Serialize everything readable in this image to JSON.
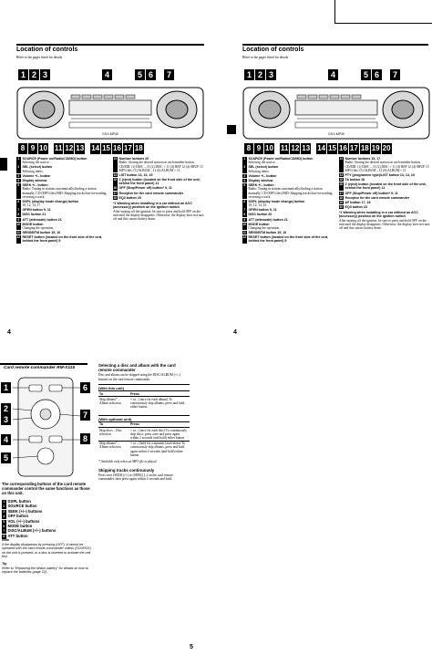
{
  "left_panel": {
    "title": "Location of controls",
    "subtitle": "Refer to the pages listed for details.",
    "top_numbers": [
      "1",
      "2",
      "3",
      "4",
      "5",
      "6",
      "7"
    ],
    "bottom_numbers": [
      "8",
      "9",
      "10",
      "11",
      "12",
      "13",
      "14",
      "15",
      "16",
      "17",
      "18"
    ],
    "unit_model": "CDX-MP40",
    "legend_col1": [
      {
        "n": "1",
        "text": "SOURCE (Power on/Radio/CD/MD) button",
        "sub": "Selecting the source."
      },
      {
        "n": "2",
        "text": "SEL (select) button",
        "sub": "Selecting items."
      },
      {
        "n": "3",
        "text": "Volume +/– button",
        "sub": ""
      },
      {
        "n": "4",
        "text": "Display window",
        "sub": ""
      },
      {
        "n": "5",
        "text": "SEEK +/– button",
        "sub": "Radio: Tuning in stations automatically/finding a station manually. CD (MP3 files)/MD: Skipping tracks/fast-forwarding, reversing a track."
      },
      {
        "n": "6",
        "text": "DSPL (display mode change) button",
        "sub": "10, 12, 14, 17"
      },
      {
        "n": "7",
        "text": "OPEN button 9, 11",
        "sub": ""
      },
      {
        "n": "8",
        "text": "DISC button 21",
        "sub": ""
      },
      {
        "n": "9",
        "text": "ATT (attenuate) button 21",
        "sub": ""
      },
      {
        "n": "10",
        "text": "MODE button",
        "sub": "Changing the operation."
      },
      {
        "n": "11",
        "text": "SENS/BTM button 15, 16",
        "sub": ""
      },
      {
        "n": "12",
        "text": "RESET button (located on the front side of the unit, behind the front panel) 9",
        "sub": ""
      }
    ],
    "legend_col2": [
      {
        "n": "13",
        "text": "Number buttons 20",
        "sub": "Radio: Storing the desired station on each number button. CD/MD: (1) DISC – 11 (2) DISC + 11 (3) REP 12 (4) SHUF 13 MP3 files: (5) ALBUM – 11 (6) ALBUM + 11"
      },
      {
        "n": "14",
        "text": "LIST button 13, 16, 19",
        "sub": ""
      },
      {
        "n": "15",
        "text": "Z (eject) button (located on the front side of the unit, behind the front panel) 11",
        "sub": ""
      },
      {
        "n": "16",
        "text": "OFF (Stop/Power off) button* 9, 11",
        "sub": ""
      },
      {
        "n": "17",
        "text": "Receptor for the card remote commander",
        "sub": ""
      },
      {
        "n": "18",
        "text": "EQ3 button 20",
        "sub": ""
      }
    ],
    "warning": "*1 Warning when installing in a car without an ACC (accessory) position on the ignition switch",
    "warning_body": "After turning off the ignition, be sure to press and hold OFF on the unit until the display disappears. Otherwise, the display does not turn off and this causes battery drain.",
    "page_number": "4"
  },
  "right_panel": {
    "title": "Location of controls",
    "subtitle": "Refer to the pages listed for details.",
    "top_numbers": [
      "1",
      "2",
      "3",
      "4",
      "5",
      "6",
      "7"
    ],
    "bottom_numbers": [
      "8",
      "9",
      "10",
      "11",
      "12",
      "13",
      "14",
      "15",
      "16",
      "17",
      "18",
      "19",
      "20"
    ],
    "unit_model": "CDX-MP30",
    "legend_col1": [
      {
        "n": "1",
        "text": "SOURCE (Power on/Radio/CD/MD) button",
        "sub": "Selecting the source."
      },
      {
        "n": "2",
        "text": "SEL (select) button",
        "sub": "Selecting items."
      },
      {
        "n": "3",
        "text": "Volume +/– button",
        "sub": ""
      },
      {
        "n": "4",
        "text": "Display window",
        "sub": ""
      },
      {
        "n": "5",
        "text": "SEEK +/– button",
        "sub": "Radio: Tuning in stations automatically/finding a station manually. CD (MP3 files)/MD: Skipping tracks/fast-forwarding, reversing a track."
      },
      {
        "n": "6",
        "text": "DSPL (display mode change) button",
        "sub": "10, 12, 14, 16"
      },
      {
        "n": "7",
        "text": "OPEN button 9, 11",
        "sub": ""
      },
      {
        "n": "8",
        "text": "DISC button 20",
        "sub": ""
      },
      {
        "n": "9",
        "text": "ATT (attenuate) button 21",
        "sub": ""
      },
      {
        "n": "10",
        "text": "MODE button",
        "sub": "Changing the operation."
      },
      {
        "n": "11",
        "text": "SENS/BTM button 15, 16",
        "sub": ""
      },
      {
        "n": "12",
        "text": "RESET button (located on the front side of the unit, behind the front panel) 9",
        "sub": ""
      }
    ],
    "legend_col2": [
      {
        "n": "13",
        "text": "Number buttons 15, 17",
        "sub": "Radio: Storing the desired station on each number button. CD/MD: (1) DISC – 11 (2) DISC + 11 (3) REP 12 (4) SHUF 13 MP3 files: (5) ALBUM – 11 (6) ALBUM + 11"
      },
      {
        "n": "14",
        "text": "PTY (programme type)/LIST button 13, 14, 19",
        "sub": ""
      },
      {
        "n": "15",
        "text": "TA button 18",
        "sub": ""
      },
      {
        "n": "16",
        "text": "Z (eject) button (located on the front side of the unit, behind the front panel) 11",
        "sub": ""
      },
      {
        "n": "17",
        "text": "OFF (Stop/Power off) button* 9, 11",
        "sub": ""
      },
      {
        "n": "18",
        "text": "Receptor for the card remote commander",
        "sub": ""
      },
      {
        "n": "19",
        "text": "AF button 17, 18",
        "sub": ""
      },
      {
        "n": "20",
        "text": "EQ3 button 23",
        "sub": ""
      }
    ],
    "warning": "*1 Warning when installing in a car without an ACC (accessory) position on the ignition switch",
    "warning_body": "After turning off the ignition, be sure to press and hold OFF on the unit until the display disappears. Otherwise, the display does not turn off and this causes battery drain.",
    "page_number": "4"
  },
  "remote_section": {
    "title": "Card remote commander RM-X115",
    "numbers_left": [
      "1",
      "2",
      "3",
      "4",
      "5"
    ],
    "numbers_right": [
      "6",
      "7",
      "8"
    ],
    "desc_title": "The corresponding buttons of the card remote commander control the same functions as those on this unit.",
    "list": [
      {
        "n": "1",
        "text": "DSPL button"
      },
      {
        "n": "2",
        "text": "SOURCE button"
      },
      {
        "n": "3",
        "text": "SEEK (+/–) buttons"
      },
      {
        "n": "4",
        "text": "OFF button"
      },
      {
        "n": "5",
        "text": "VOL (+/–) buttons"
      },
      {
        "n": "6",
        "text": "MODE button"
      },
      {
        "n": "7",
        "text": "DISC/ALBUM (+/–) buttons"
      },
      {
        "n": "8",
        "text": "ATT button"
      }
    ],
    "note_head": "Note",
    "note": "If the display disappears by pressing (OFF), it cannot be operated with the card remote commander unless (SOURCE) on the unit is pressed, or a disc is inserted to activate the unit first.",
    "tip_head": "Tip",
    "tip": "Refer to \"Replacing the lithium battery\" for details on how to replace the batteries (page 22)."
  },
  "selecting_section": {
    "title": "Selecting a disc and album with the card remote commander",
    "intro": "Disc and album can be skipped using the DISC/ALBUM (+/–) buttons on the card remote commander.",
    "with_unit_head": "(With this unit)",
    "col_to": "To",
    "col_press": "Press",
    "with_unit_rows": [
      {
        "to": "Skip albums* – Album selection",
        "press": "+ or – [once for each album] To continuously skip albums, press and hold either button."
      }
    ],
    "optional_head": "(With optional unit)",
    "optional_rows": [
      {
        "to": "Skip discs – Disc selection",
        "press": "+ or – [once for each disc] To continuously skip discs, press once and press again within 2 seconds (and hold) either button."
      },
      {
        "to": "Skip albums* – Album selection",
        "press": "+ or – [hold for a moment] and release To continuously skip albums, press and hold again within 2 seconds (and hold) either button."
      }
    ],
    "footnote": "* Available only when an MP3 file is played.",
    "skipping_head": "Skipping tracks continuously",
    "skipping_body": "Press once (SEEK) (+) or (SEEK) (–) on the card remote commander, then press again within 2 seconds and hold.",
    "page_number": "5"
  }
}
